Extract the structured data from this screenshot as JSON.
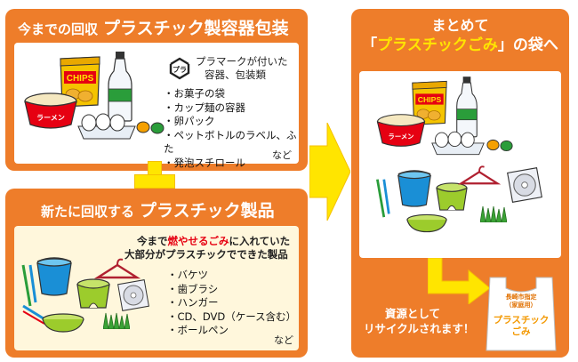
{
  "old": {
    "title_prefix": "今までの回収",
    "title_main": "プラスチック製容器包装",
    "pla_mark_text": "プラ",
    "mark_caption_line1": "プラマークが付いた",
    "mark_caption_line2": "容器、包装類",
    "items": [
      "お菓子の袋",
      "カップ麺の容器",
      "卵パック",
      "ペットボトルのラベル、ふた",
      "発泡スチロール"
    ],
    "etc": "など",
    "chips_label": "CHIPS",
    "ramen_label": "ラーメン"
  },
  "new": {
    "title_prefix": "新たに回収する",
    "title_main": "プラスチック製品",
    "intro_before": "今まで",
    "intro_highlight": "燃やせるごみ",
    "intro_after": "に入れていた",
    "intro_line2": "大部分がプラスチックでできた製品",
    "items": [
      "バケツ",
      "歯ブラシ",
      "ハンガー",
      "CD、DVD（ケース含む）",
      "ボールペン"
    ],
    "etc": "など"
  },
  "right": {
    "title_line1": "まとめて",
    "title_bracket_open": "「",
    "title_highlight": "プラスチックごみ",
    "title_bracket_close": "」の袋へ",
    "recycle_line1": "資源として",
    "recycle_line2": "リサイクルされます！",
    "bag_line1": "長崎市指定",
    "bag_line2": "（家庭用）",
    "bag_line3": "プラスチック",
    "bag_line4": "ごみ",
    "chips_label": "CHIPS",
    "ramen_label": "ラーメン"
  },
  "colors": {
    "panel_orange": "#ee7d2a",
    "arrow_yellow": "#ffe500",
    "highlight_yellow": "#ffe500",
    "highlight_red": "#e60012",
    "cream": "#fff7dc"
  }
}
